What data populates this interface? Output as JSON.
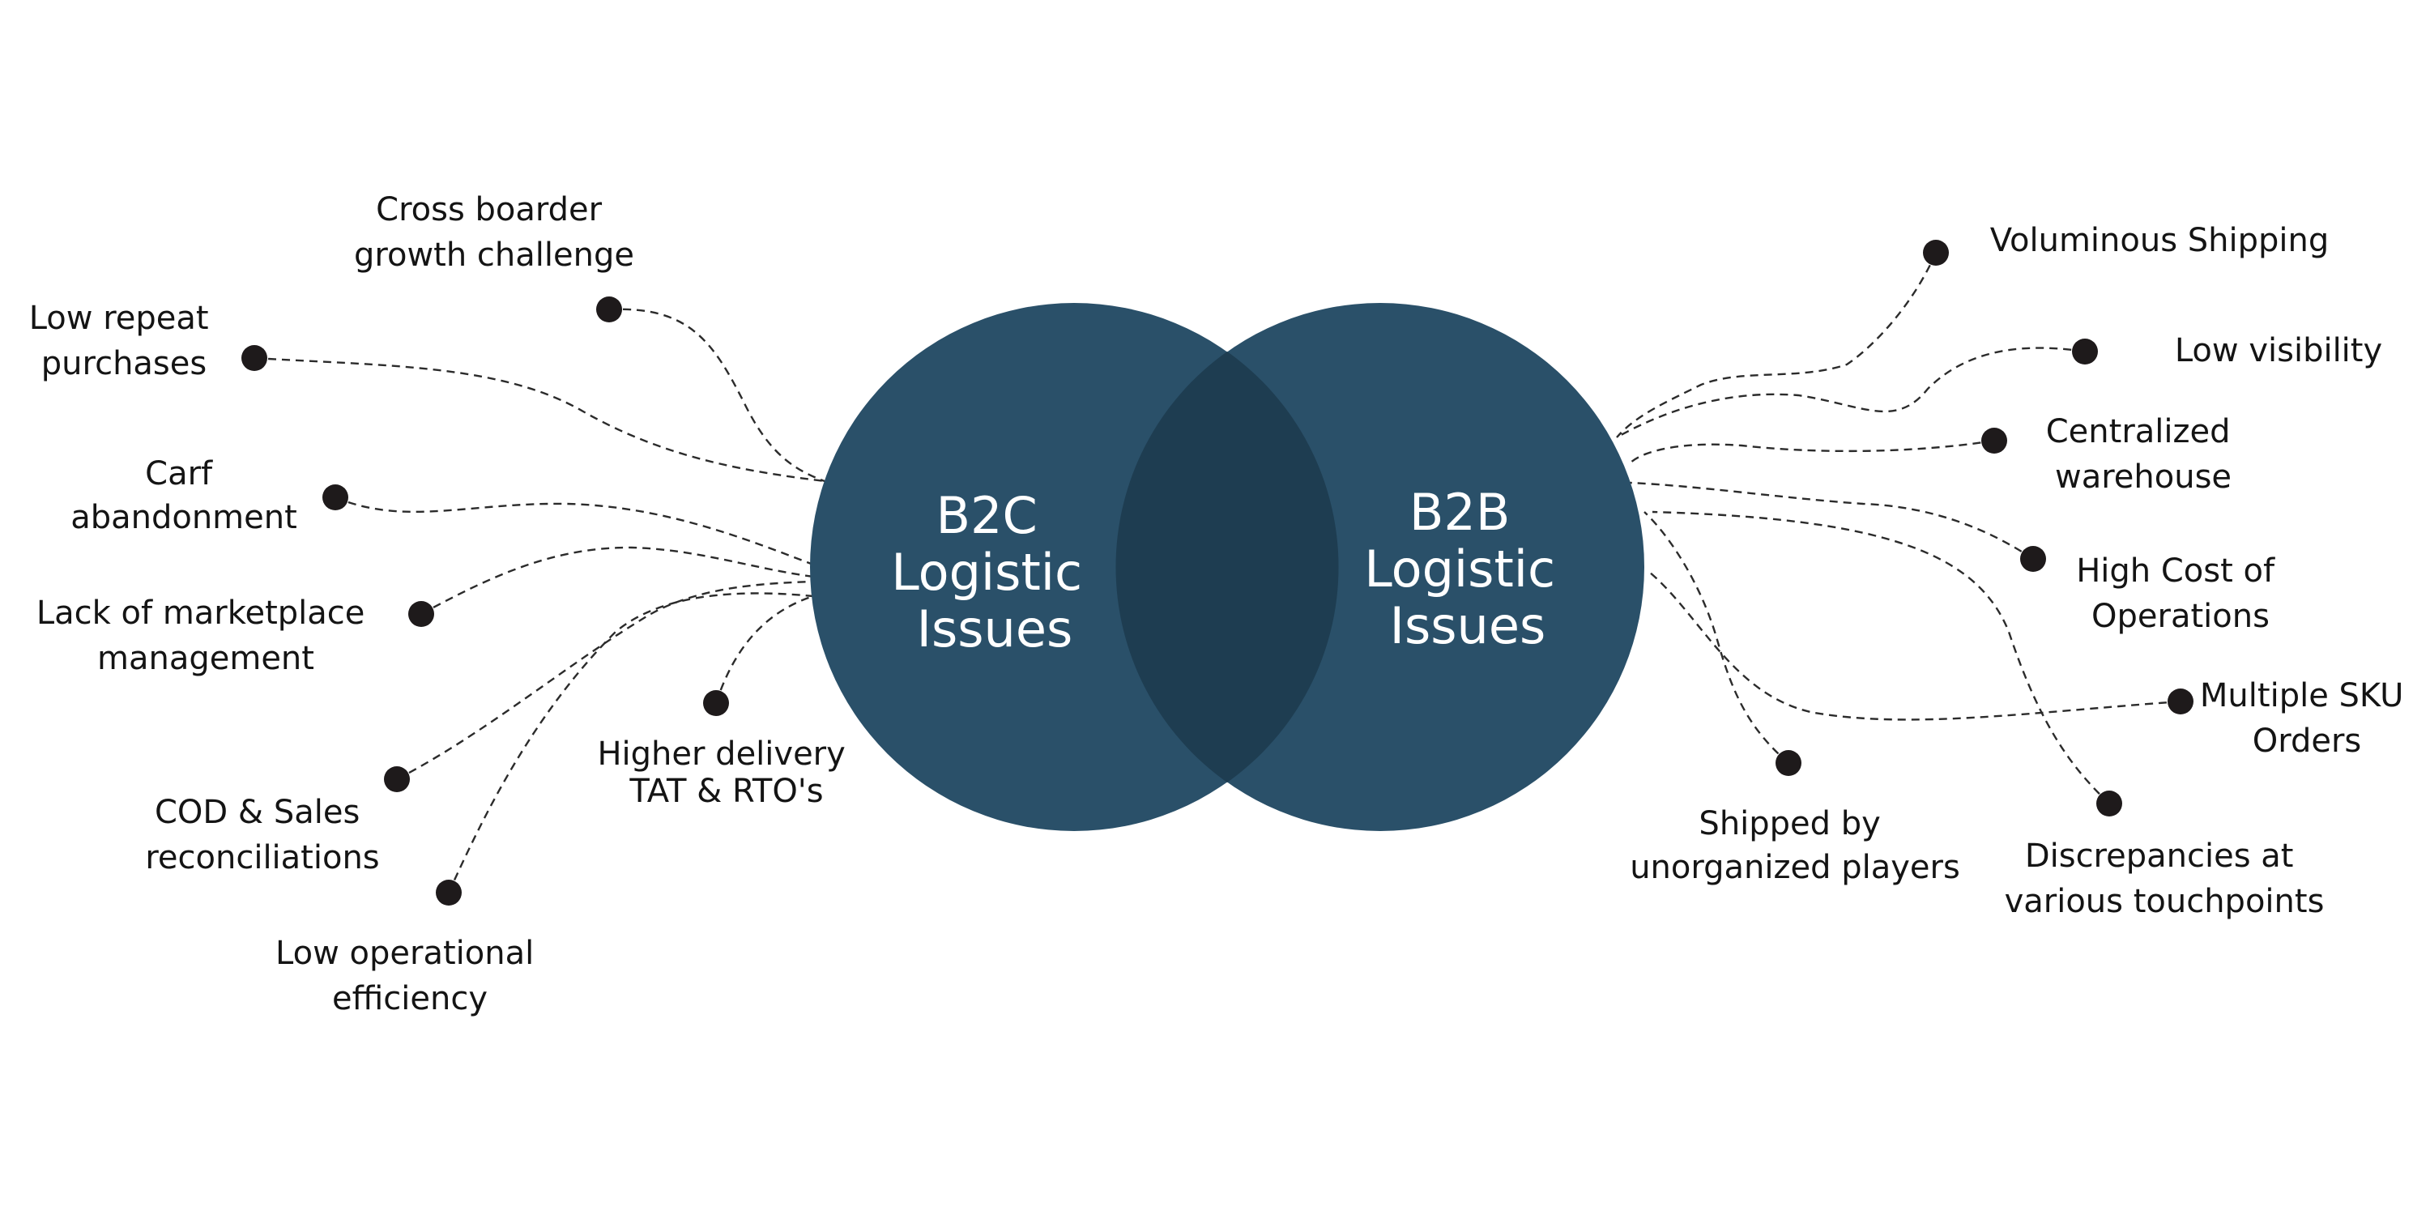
{
  "b2c": {
    "title_lines": [
      "B2C",
      "Logistic",
      "Issues"
    ],
    "issues": [
      {
        "id": "cross-border",
        "lines": [
          "Cross boarder",
          "growth challenge"
        ]
      },
      {
        "id": "low-repeat",
        "lines": [
          "Low repeat",
          "purchases"
        ]
      },
      {
        "id": "cart-abandonment",
        "lines": [
          "Carf",
          "abandonment"
        ]
      },
      {
        "id": "marketplace",
        "lines": [
          "Lack of marketplace",
          "management"
        ]
      },
      {
        "id": "cod",
        "lines": [
          "COD & Sales",
          "reconciliations"
        ]
      },
      {
        "id": "operational",
        "lines": [
          "Low operational",
          "efficiency"
        ]
      },
      {
        "id": "delivery-tat",
        "lines": [
          "Higher delivery",
          "TAT & RTO's"
        ]
      }
    ]
  },
  "b2b": {
    "title_lines": [
      "B2B",
      "Logistic",
      "Issues"
    ],
    "issues": [
      {
        "id": "voluminous",
        "lines": [
          "Voluminous Shipping"
        ]
      },
      {
        "id": "visibility",
        "lines": [
          "Low visibility"
        ]
      },
      {
        "id": "warehouse",
        "lines": [
          "Centralized",
          "warehouse"
        ]
      },
      {
        "id": "cost",
        "lines": [
          "High Cost of",
          "Operations"
        ]
      },
      {
        "id": "multi-sku",
        "lines": [
          "Multiple SKU",
          "Orders"
        ]
      },
      {
        "id": "unorganized",
        "lines": [
          "Shipped by",
          "unorganized players"
        ]
      },
      {
        "id": "discrepancies",
        "lines": [
          "Discrepancies at",
          "various touchpoints"
        ]
      }
    ]
  },
  "colors": {
    "circle": "#2a5069",
    "overlap": "#1e3d51",
    "dot": "#1e1a1b",
    "text": "#141414",
    "title_text": "#ffffff"
  }
}
